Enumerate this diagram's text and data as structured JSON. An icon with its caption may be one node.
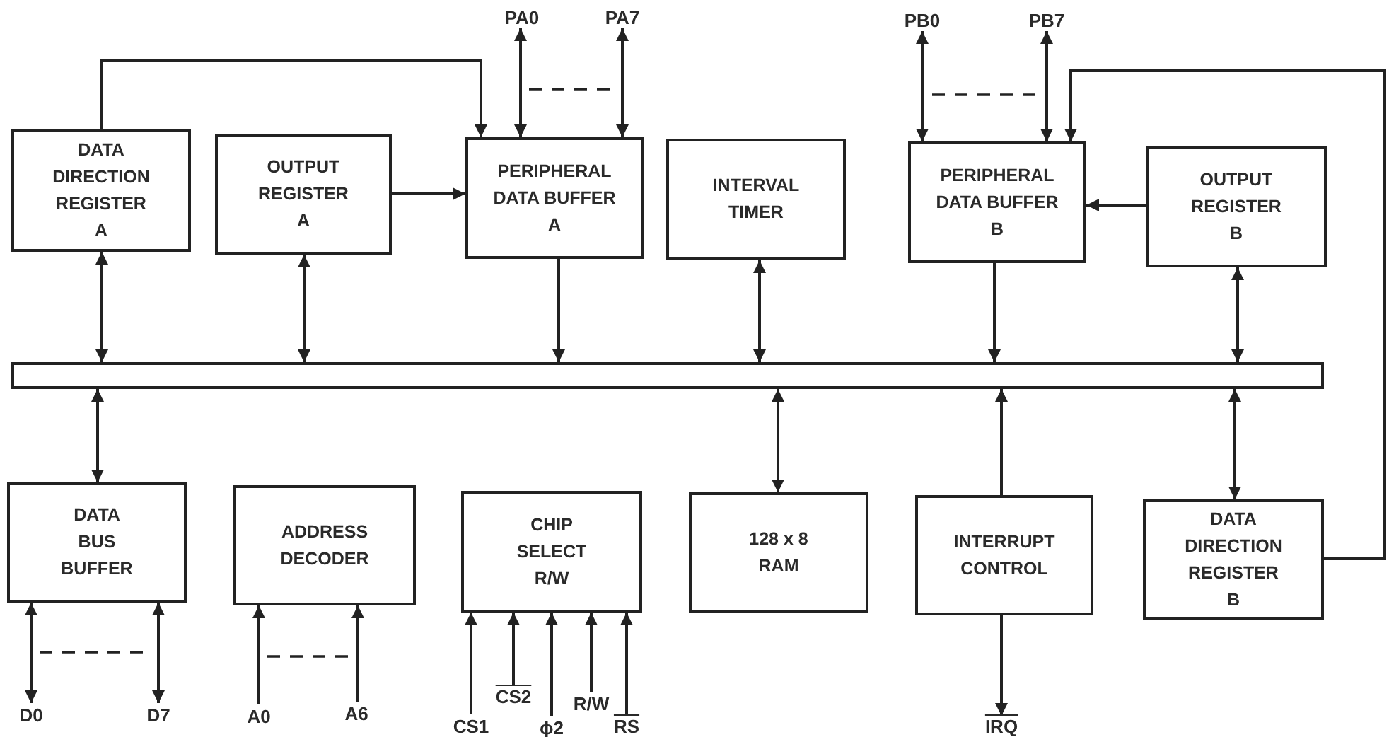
{
  "diagram": {
    "nodes": [
      {
        "text": [
          "PA0"
        ]
      },
      {
        "text": [
          "PA7"
        ]
      },
      {
        "text": [
          "PB0"
        ]
      },
      {
        "text": [
          "PB7"
        ]
      },
      {
        "text": [
          "DATA DIRECTION REGISTER A"
        ]
      },
      {
        "text": [
          "OUTPUT REGISTER A"
        ]
      },
      {
        "text": [
          "PERIPHERAL DATA BUFFER A"
        ]
      },
      {
        "text": [
          "INTERVAL TIMER"
        ]
      },
      {
        "text": [
          "PERIPHERAL DATA BUFFER B"
        ]
      },
      {
        "text": [
          "OUTPUT REGISTER B"
        ]
      },
      {
        "text": [],
        "shape": "bar"
      },
      {
        "text": [
          "DATA BUS BUFFER"
        ]
      },
      {
        "text": [
          "ADDRESS DECODER"
        ]
      },
      {
        "text": [
          "CHIP SELECT R/W"
        ]
      },
      {
        "text": [
          "128 x 8 RAM"
        ]
      },
      {
        "text": [
          "INTERRUPT CONTROL"
        ]
      },
      {
        "text": [
          "DATA DIRECTION REGISTER B"
        ]
      },
      {
        "text": [
          "D0"
        ]
      },
      {
        "text": [
          "D7"
        ]
      },
      {
        "text": [
          "A0"
        ]
      },
      {
        "text": [
          "A6"
        ]
      },
      {
        "text": [
          "CS1"
        ]
      },
      {
        "text": [
          "CS2"
        ]
      },
      {
        "text": [
          "ϕ2"
        ]
      },
      {
        "text": [
          "R/W"
        ]
      },
      {
        "text": [
          "RS"
        ]
      },
      {
        "text": [
          "IRQ"
        ]
      }
    ],
    "edges": [
      {
        "from": 6,
        "to": 0,
        "arrow": "both"
      },
      {
        "from": 6,
        "to": 1,
        "arrow": "both"
      },
      {
        "from": 4,
        "to": 6,
        "arrow": "to"
      },
      {
        "from": 5,
        "to": 6,
        "arrow": "to"
      },
      {
        "from": 8,
        "to": 2,
        "arrow": "both"
      },
      {
        "from": 8,
        "to": 3,
        "arrow": "both"
      },
      {
        "from": 16,
        "to": 8,
        "arrow": "to"
      },
      {
        "from": 9,
        "to": 8,
        "arrow": "to"
      },
      {
        "from": 4,
        "to": 10,
        "arrow": "both"
      },
      {
        "from": 5,
        "to": 10,
        "arrow": "both"
      },
      {
        "from": 6,
        "to": 10,
        "arrow": "to"
      },
      {
        "from": 7,
        "to": 10,
        "arrow": "both"
      },
      {
        "from": 8,
        "to": 10,
        "arrow": "to"
      },
      {
        "from": 9,
        "to": 10,
        "arrow": "both"
      },
      {
        "from": 10,
        "to": 11,
        "arrow": "both"
      },
      {
        "from": 10,
        "to": 14,
        "arrow": "both"
      },
      {
        "from": 15,
        "to": 10,
        "arrow": "to"
      },
      {
        "from": 10,
        "to": 16,
        "arrow": "both"
      },
      {
        "from": 11,
        "to": 17,
        "arrow": "both"
      },
      {
        "from": 11,
        "to": 18,
        "arrow": "both"
      },
      {
        "from": 19,
        "to": 12,
        "arrow": "to"
      },
      {
        "from": 20,
        "to": 12,
        "arrow": "to"
      },
      {
        "from": 21,
        "to": 13,
        "arrow": "to"
      },
      {
        "from": 22,
        "to": 13,
        "arrow": "to"
      },
      {
        "from": 23,
        "to": 13,
        "arrow": "to"
      },
      {
        "from": 24,
        "to": 13,
        "arrow": "to"
      },
      {
        "from": 25,
        "to": 13,
        "arrow": "to"
      },
      {
        "from": 15,
        "to": 26,
        "arrow": "to"
      }
    ]
  }
}
